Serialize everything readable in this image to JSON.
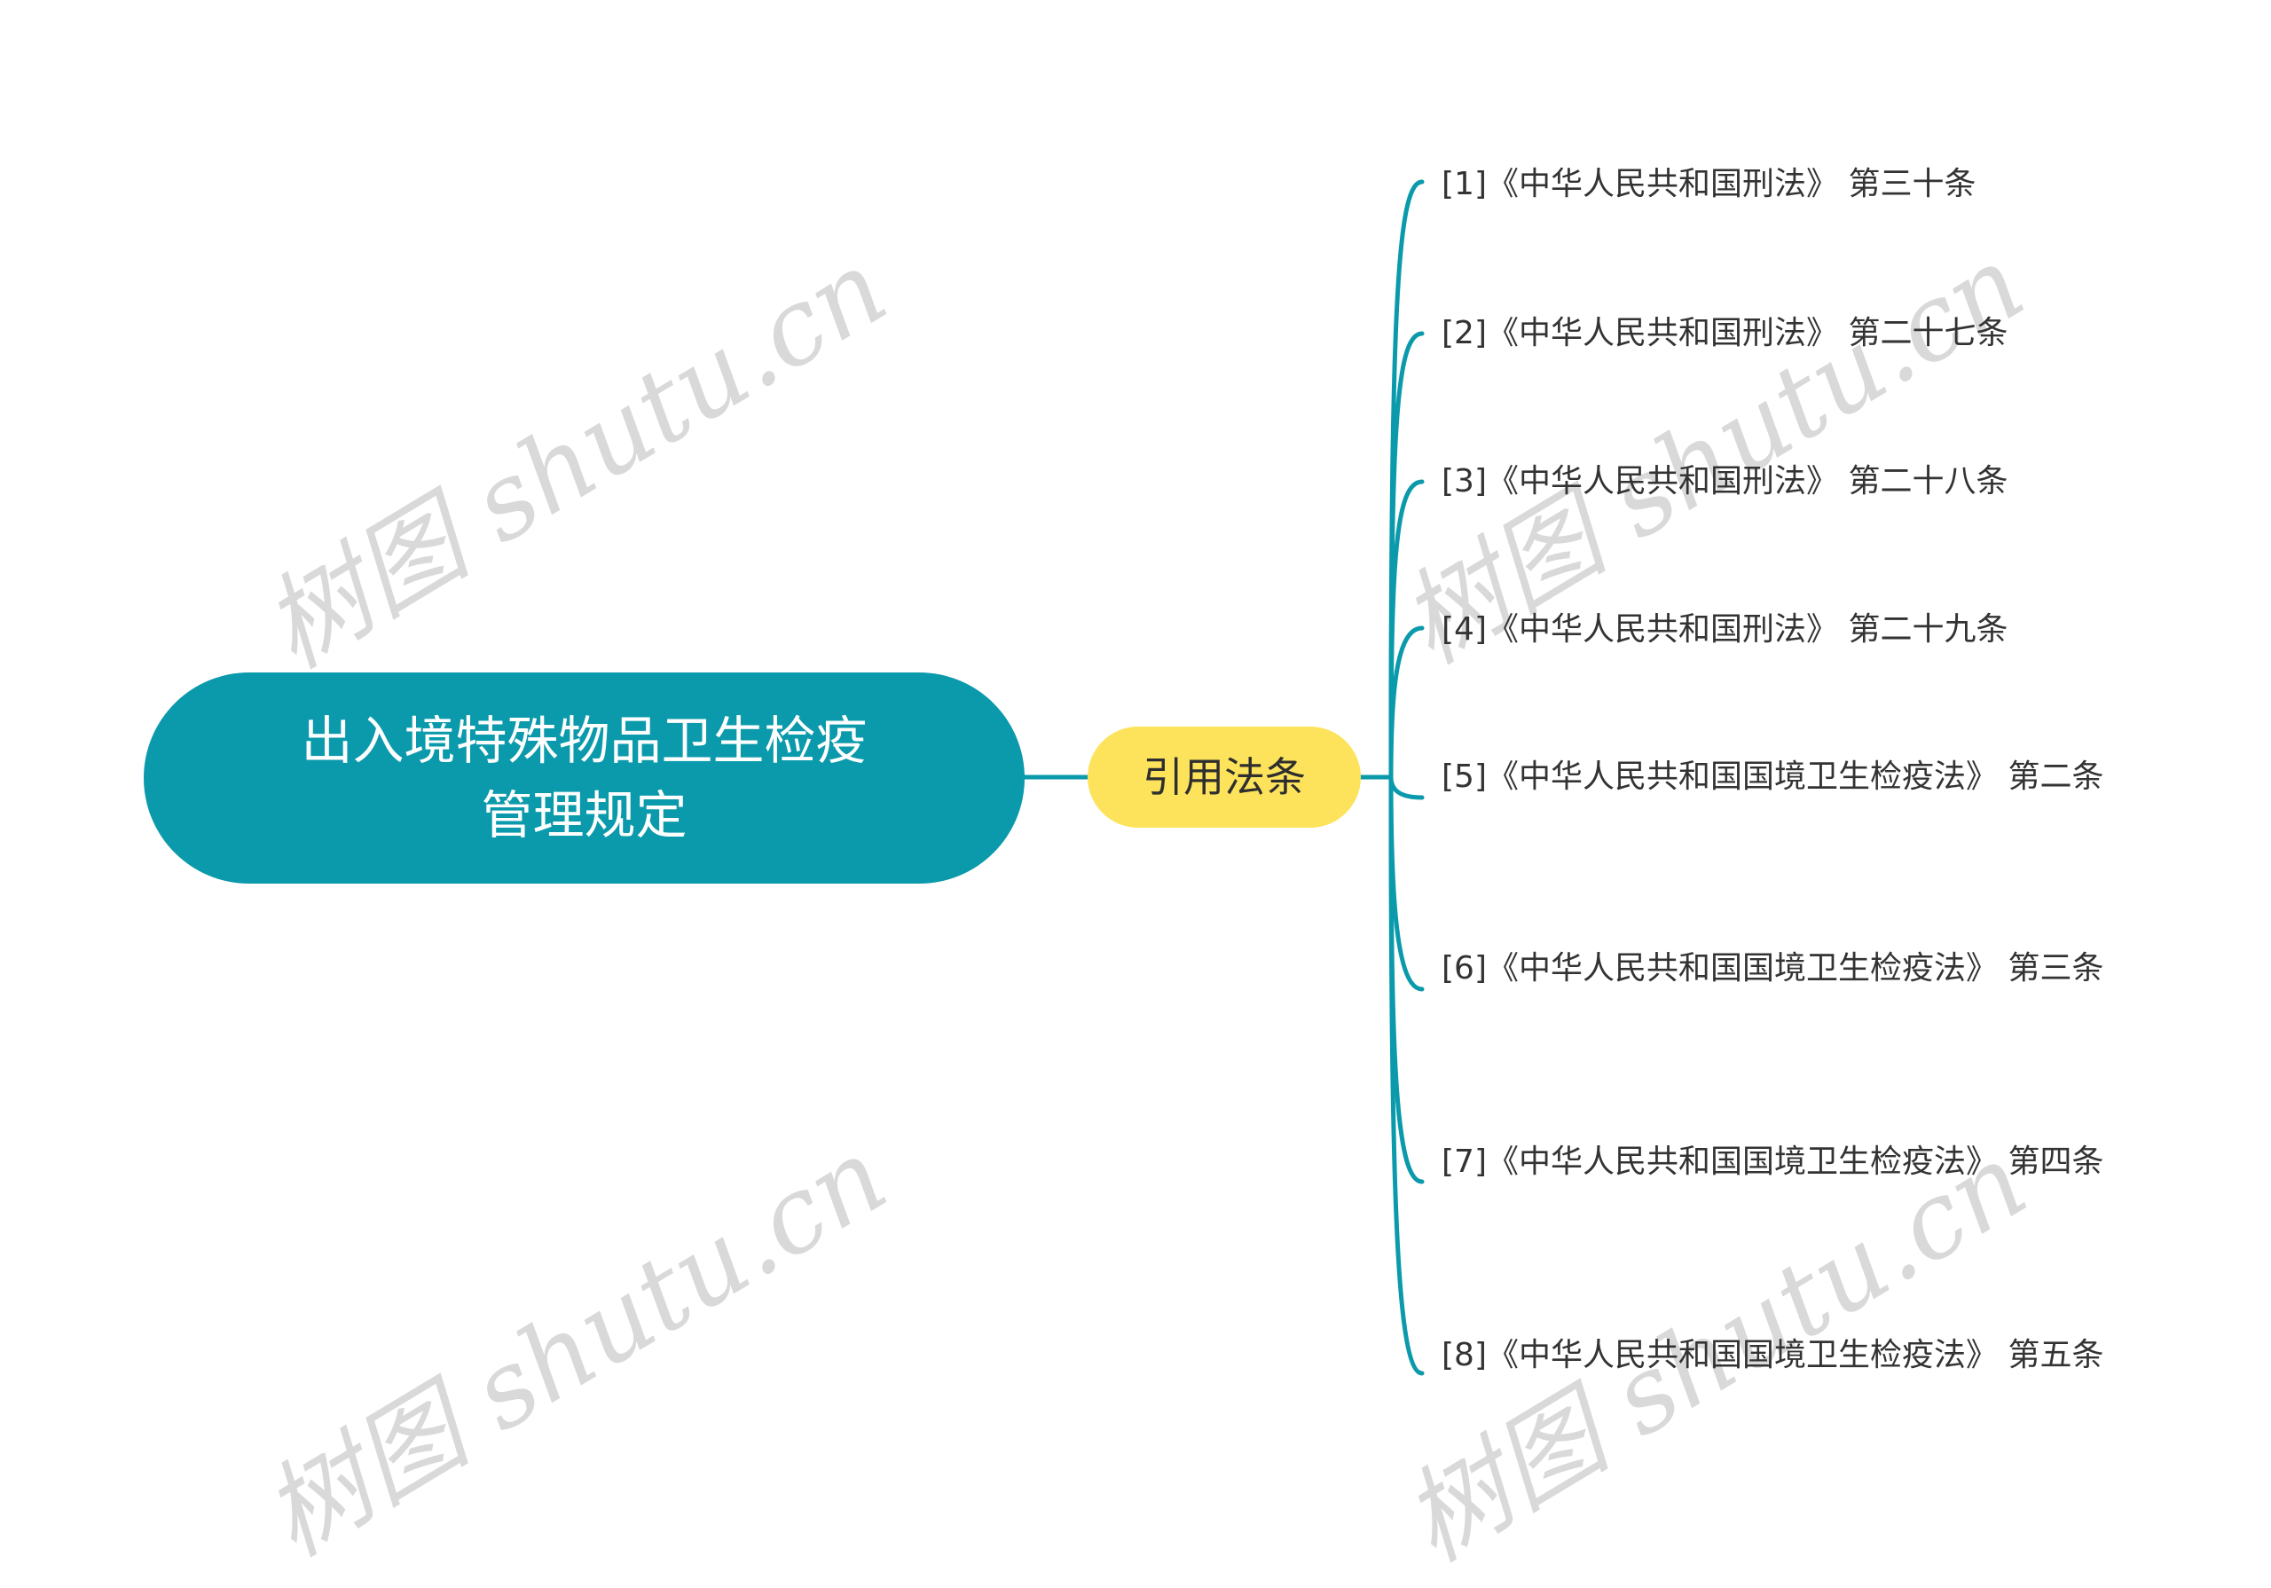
{
  "colors": {
    "root_fill": "#0a9aab",
    "root_text": "#ffffff",
    "sub_fill": "#fde35b",
    "sub_text": "#2e2e2e",
    "connector": "#0a9aab",
    "leaf_text": "#333333",
    "watermark": "#d9d9d9"
  },
  "watermarks": [
    {
      "text": "树图 shutu.cn"
    },
    {
      "text": "树图 shutu.cn"
    },
    {
      "text": "树图 shutu.cn"
    },
    {
      "text": "树图 shutu.cn"
    }
  ],
  "root": {
    "title": "出入境特殊物品卫生检疫管理规定"
  },
  "branch": {
    "title": "引用法条",
    "items": [
      {
        "label": "[1]《中华人民共和国刑法》 第三十条"
      },
      {
        "label": "[2]《中华人民共和国刑法》 第二十七条"
      },
      {
        "label": "[3]《中华人民共和国刑法》 第二十八条"
      },
      {
        "label": "[4]《中华人民共和国刑法》 第二十九条"
      },
      {
        "label": "[5]《中华人民共和国国境卫生检疫法》 第二条"
      },
      {
        "label": "[6]《中华人民共和国国境卫生检疫法》 第三条"
      },
      {
        "label": "[7]《中华人民共和国国境卫生检疫法》 第四条"
      },
      {
        "label": "[8]《中华人民共和国国境卫生检疫法》 第五条"
      }
    ]
  }
}
